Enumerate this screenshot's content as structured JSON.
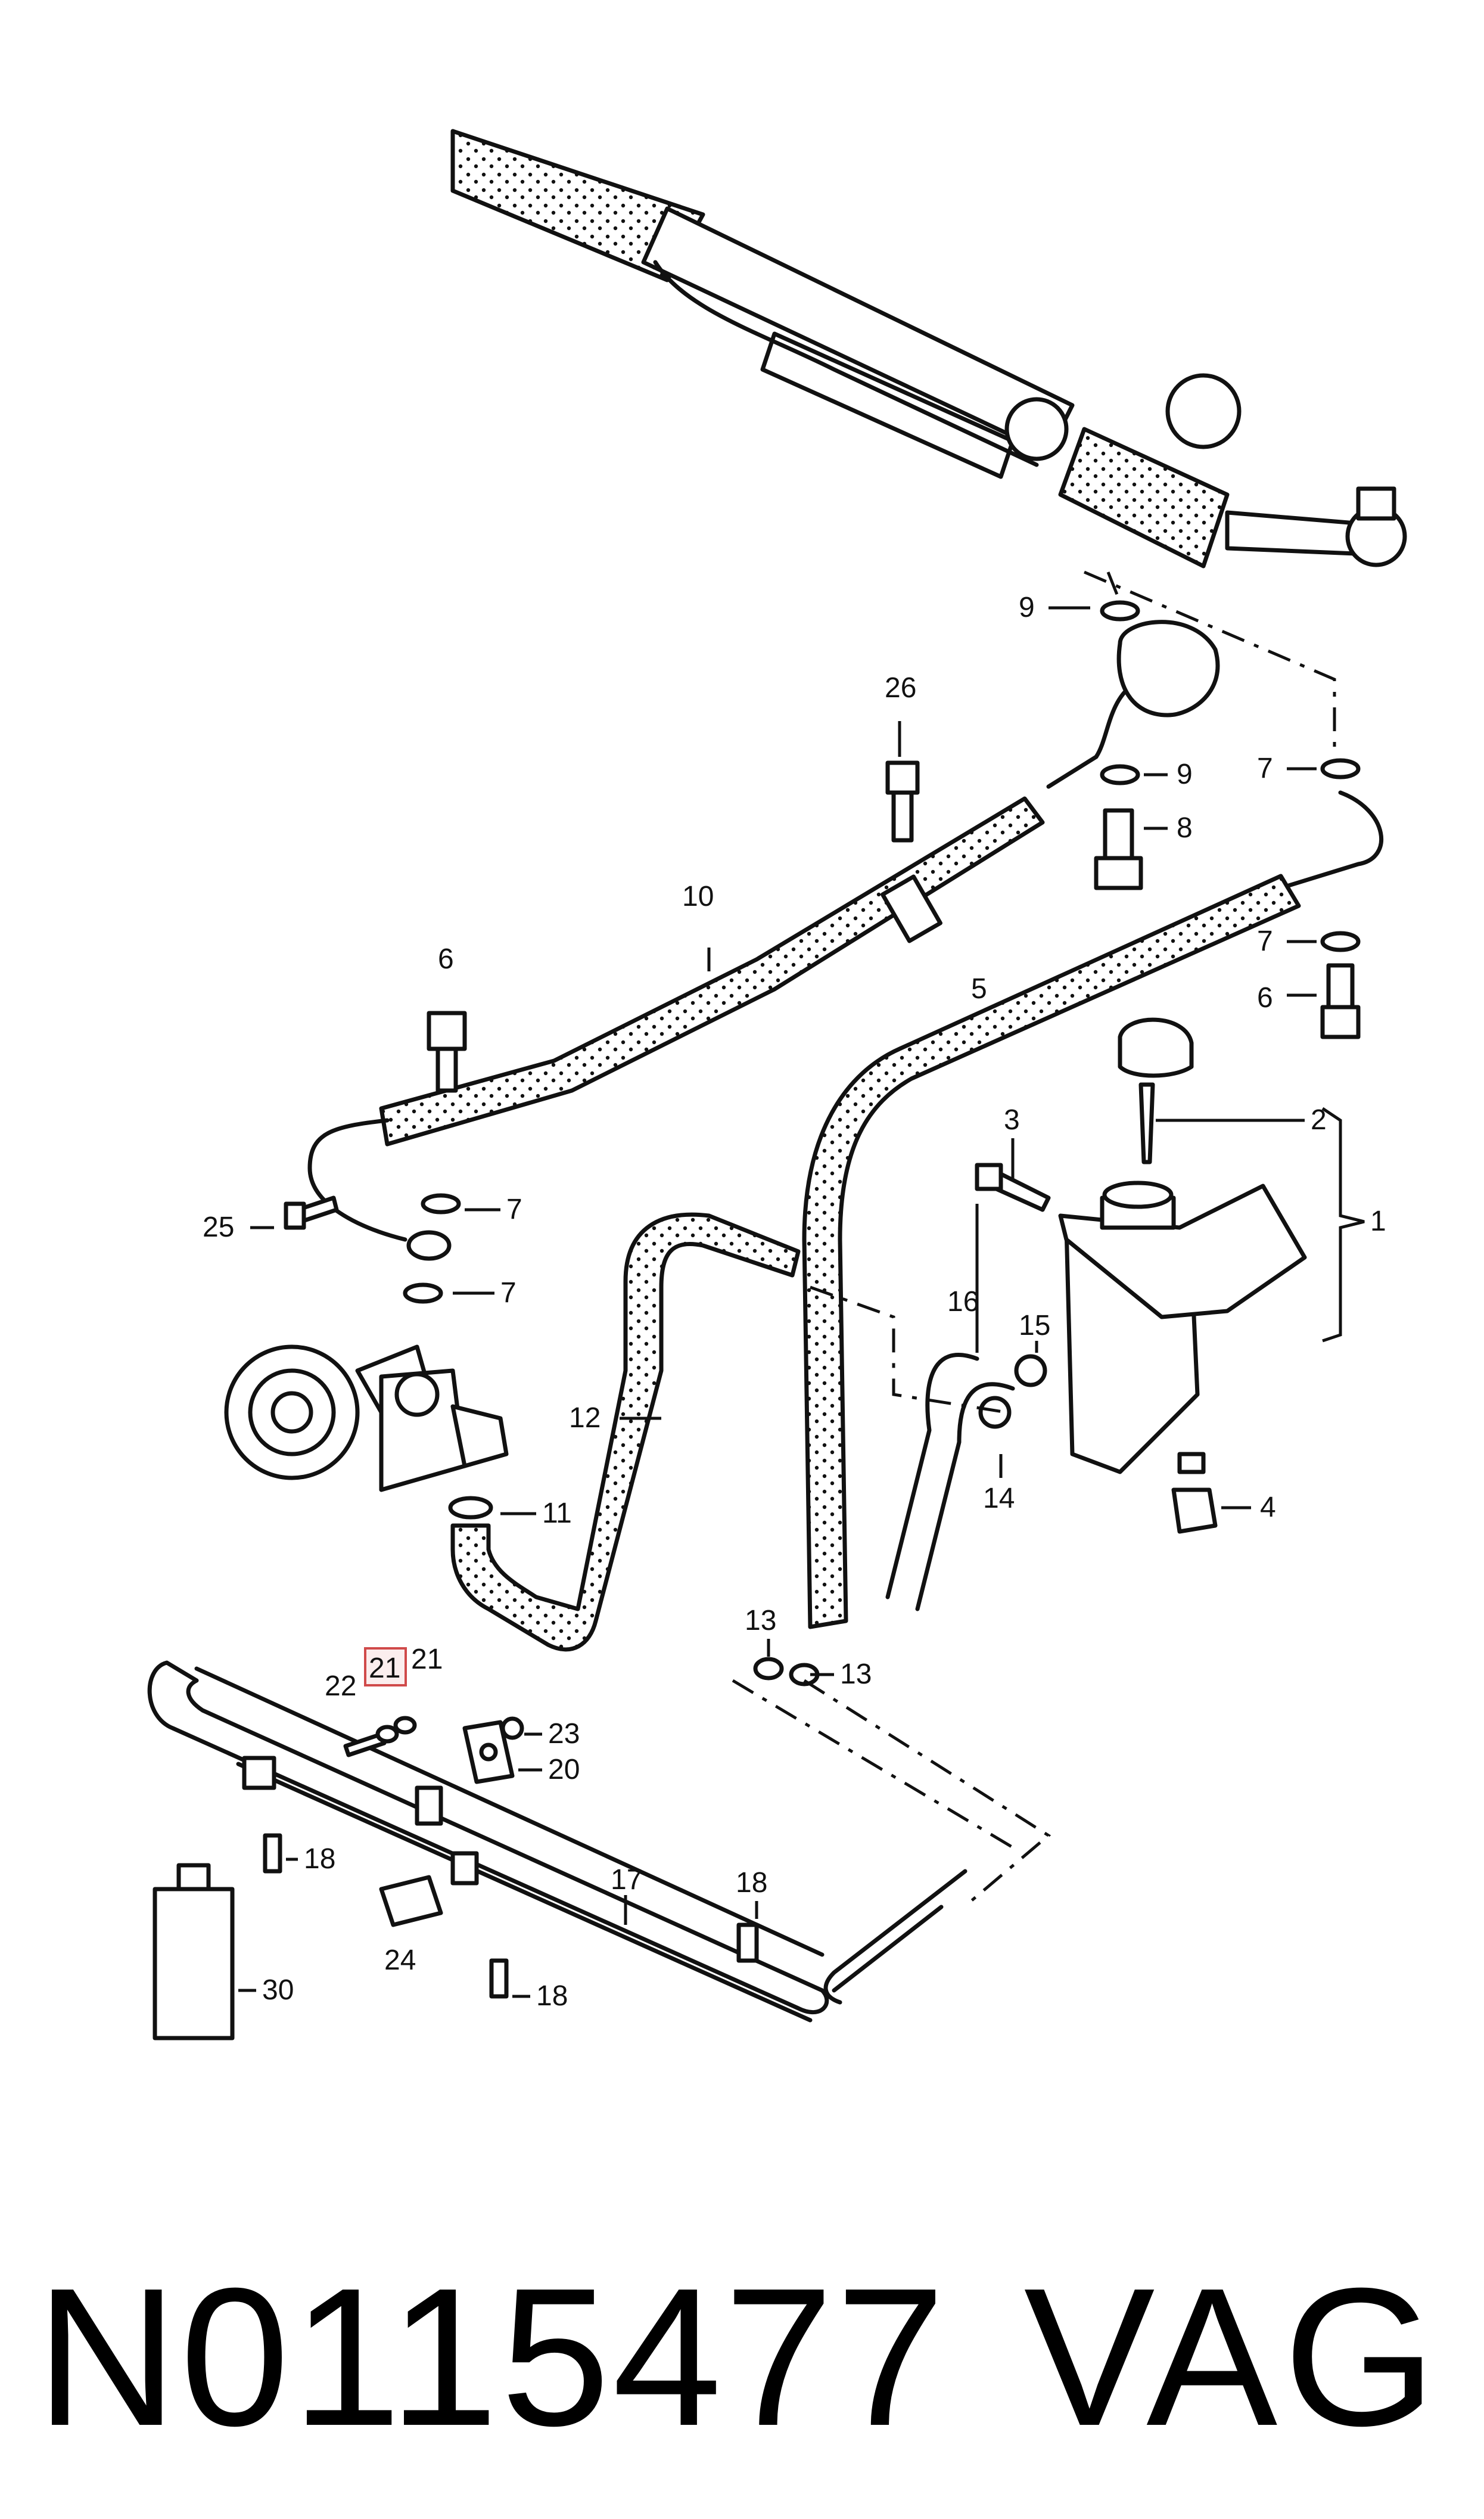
{
  "diagram": {
    "callouts": {
      "c1": "1",
      "c2": "2",
      "c3": "3",
      "c4": "4",
      "c5": "5",
      "c6a": "6",
      "c6b": "6",
      "c7a": "7",
      "c7b": "7",
      "c7c": "7",
      "c7d": "7",
      "c8": "8",
      "c9a": "9",
      "c9b": "9",
      "c10": "10",
      "c11": "11",
      "c12": "12",
      "c13a": "13",
      "c13b": "13",
      "c14": "14",
      "c15": "15",
      "c16": "16",
      "c17": "17",
      "c18a": "18",
      "c18b": "18",
      "c18c": "18",
      "c20": "20",
      "c21a": "21",
      "c21b": "21",
      "c22": "22",
      "c23": "23",
      "c24": "24",
      "c25": "25",
      "c26": "26",
      "c30": "30"
    },
    "highlighted_callout": "21"
  },
  "footer": {
    "part_number": "N0115477",
    "brand": "VAG"
  }
}
